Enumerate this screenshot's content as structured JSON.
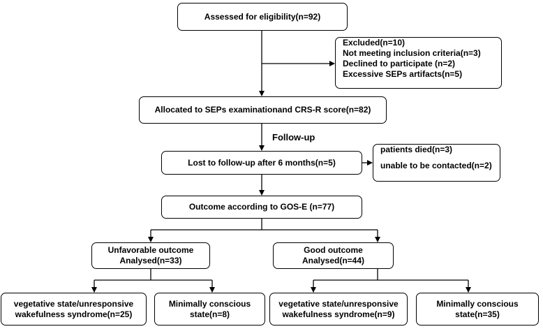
{
  "nodes": {
    "assessed": "Assessed for eligibility(n=92)",
    "excluded": [
      "Excluded(n=10)",
      "Not meeting inclusion criteria(n=3)",
      "Declined to participate (n=2)",
      "Excessive SEPs artifacts(n=5)"
    ],
    "allocated": "Allocated to SEPs examinationand CRS-R score(n=82)",
    "followup_label": "Follow-up",
    "lost": "Lost to follow-up after 6 months(n=5)",
    "lost_reasons": [
      "patients died(n=3)",
      "unable to be contacted(n=2)"
    ],
    "outcome": "Outcome according to GOS-E (n=77)",
    "unfavorable": [
      "Unfavorable outcome",
      "Analysed(n=33)"
    ],
    "good": [
      "Good outcome",
      "Analysed(n=44)"
    ],
    "unf_vs": [
      "vegetative state/unresponsive",
      "wakefulness syndrome(n=25)"
    ],
    "unf_mcs": [
      "Minimally conscious",
      "state(n=8)"
    ],
    "good_vs": [
      "vegetative state/unresponsive",
      "wakefulness syndrome(n=9)"
    ],
    "good_mcs": [
      "Minimally conscious",
      "state(n=35)"
    ]
  }
}
